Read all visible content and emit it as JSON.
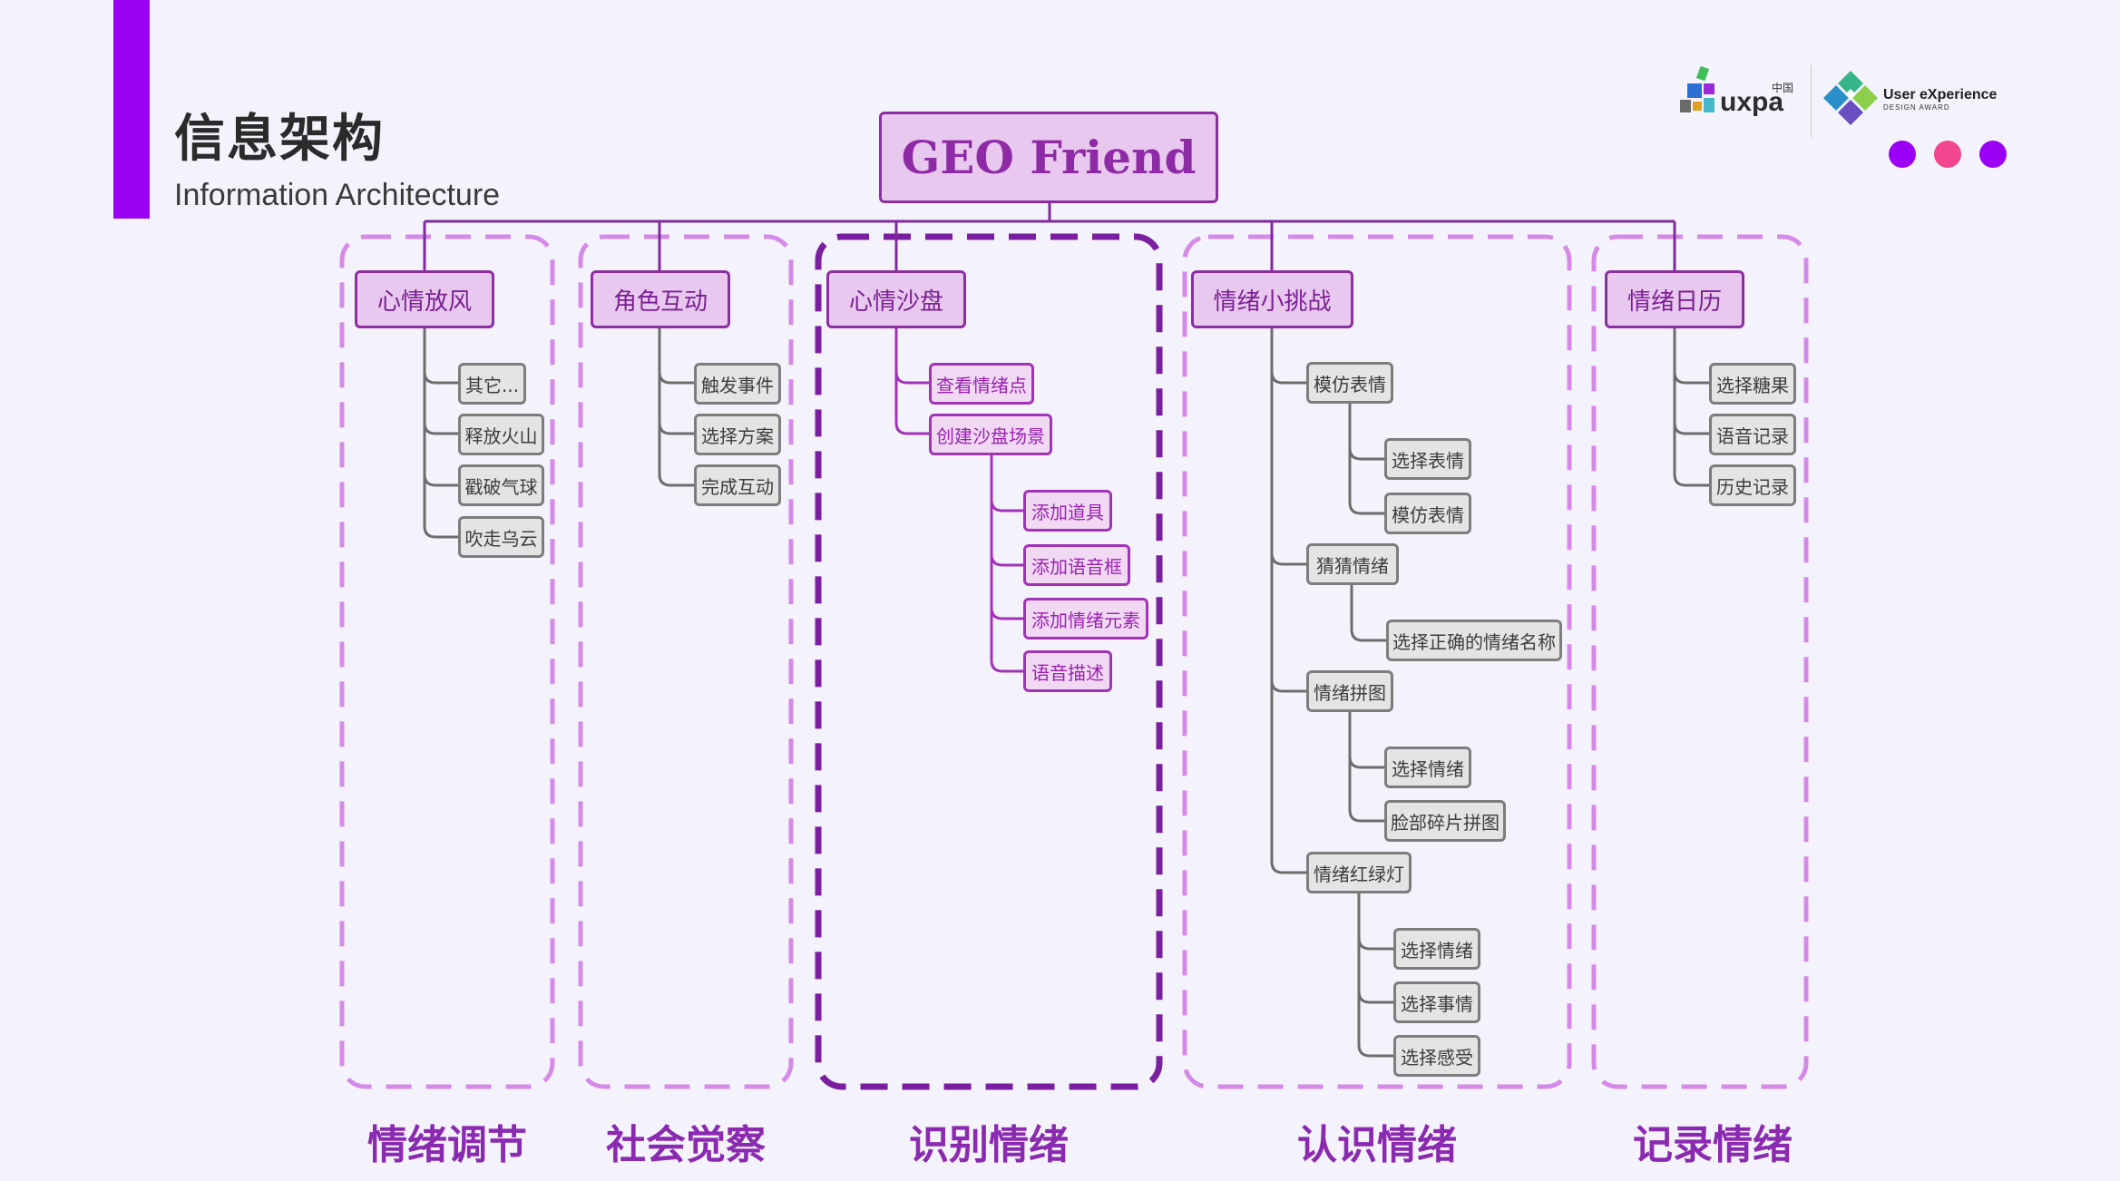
{
  "header": {
    "title": "信息架构",
    "subtitle": "Information Architecture"
  },
  "logos": {
    "uxpa_text": "uxpa",
    "uxpa_cn": "中国",
    "ux_award_line1": "User eXperience",
    "ux_award_line2": "DESIGN AWARD"
  },
  "colors": {
    "accent": "#9b00f5",
    "dot_1": "#9b00f5",
    "dot_2": "#f2468e",
    "dot_3": "#9b00f5",
    "group_dash": "#d58ae8",
    "group_dash_active": "#7a1fa0"
  },
  "root": {
    "label": "GEO Friend"
  },
  "groups": [
    {
      "label": "情绪调节",
      "category": "心情放风",
      "children": [
        {
          "label": "其它..."
        },
        {
          "label": "释放火山"
        },
        {
          "label": "戳破气球"
        },
        {
          "label": "吹走乌云"
        }
      ]
    },
    {
      "label": "社会觉察",
      "category": "角色互动",
      "children": [
        {
          "label": "触发事件"
        },
        {
          "label": "选择方案"
        },
        {
          "label": "完成互动"
        }
      ]
    },
    {
      "label": "识别情绪",
      "category": "心情沙盘",
      "children": [
        {
          "label": "查看情绪点"
        },
        {
          "label": "创建沙盘场景",
          "children": [
            {
              "label": "添加道具"
            },
            {
              "label": "添加语音框"
            },
            {
              "label": "添加情绪元素"
            },
            {
              "label": "语音描述"
            }
          ]
        }
      ]
    },
    {
      "label": "认识情绪",
      "category": "情绪小挑战",
      "children": [
        {
          "label": "模仿表情",
          "children": [
            {
              "label": "选择表情"
            },
            {
              "label": "模仿表情"
            }
          ]
        },
        {
          "label": "猜猜情绪",
          "children": [
            {
              "label": "选择正确的情绪名称"
            }
          ]
        },
        {
          "label": "情绪拼图",
          "children": [
            {
              "label": "选择情绪"
            },
            {
              "label": "脸部碎片拼图"
            }
          ]
        },
        {
          "label": "情绪红绿灯",
          "children": [
            {
              "label": "选择情绪"
            },
            {
              "label": "选择事情"
            },
            {
              "label": "选择感受"
            }
          ]
        }
      ]
    },
    {
      "label": "记录情绪",
      "category": "情绪日历",
      "children": [
        {
          "label": "选择糖果"
        },
        {
          "label": "语音记录"
        },
        {
          "label": "历史记录"
        }
      ]
    }
  ]
}
